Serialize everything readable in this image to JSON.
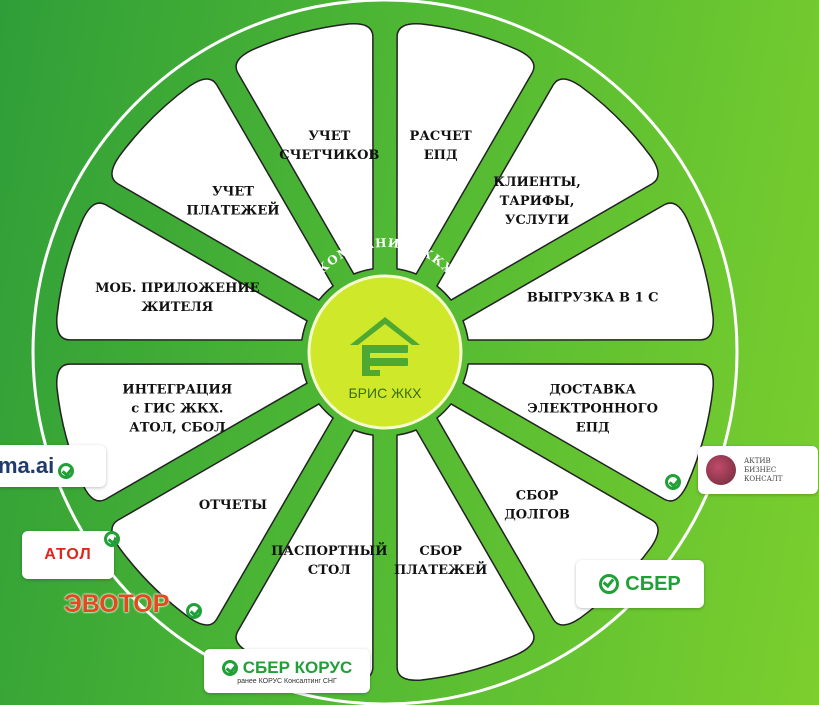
{
  "colors": {
    "background_left": "#2f9e38",
    "background_right": "#7ccf2d",
    "center": "#cfe829",
    "segment": "#ffffff",
    "text": "#111111",
    "sber_green": "#21a038"
  },
  "company_arc": "КОМПАНИЯ ЖКХ",
  "center": {
    "label": "БРИС ЖКХ",
    "icon": "house-logo-icon"
  },
  "segments": [
    {
      "lines": [
        "РАСЧЕТ",
        "ЕПД"
      ]
    },
    {
      "lines": [
        "КЛИЕНТЫ,",
        "ТАРИФЫ,",
        "УСЛУГИ"
      ]
    },
    {
      "lines": [
        "ВЫГРУЗКА В 1 С"
      ]
    },
    {
      "lines": [
        "ДОСТАВКА",
        "ЭЛЕКТРОННОГО",
        "ЕПД"
      ]
    },
    {
      "lines": [
        "СБОР",
        "ДОЛГОВ"
      ]
    },
    {
      "lines": [
        "СБОР",
        "ПЛАТЕЖЕЙ"
      ]
    },
    {
      "lines": [
        "ПАСПОРТНЫЙ",
        "СТОЛ"
      ]
    },
    {
      "lines": [
        "ОТЧЕТЫ"
      ]
    },
    {
      "lines": [
        "ИНТЕГРАЦИЯ",
        "с ГИС ЖКХ.",
        "АТОЛ,      СБОЛ"
      ]
    },
    {
      "lines": [
        "МОБ. ПРИЛОЖЕНИЕ",
        "ЖИТЕЛЯ"
      ]
    },
    {
      "lines": [
        "УЧЕТ",
        "ПЛАТЕЖЕЙ"
      ]
    },
    {
      "lines": [
        "УЧЕТ",
        "СЧЕТЧИКОВ"
      ]
    }
  ],
  "partners": {
    "ma_ai": "ma.ai",
    "atol": "АТОЛ",
    "evotor": "ЭВОТОР",
    "sber_korus": "СБЕР КОРУС",
    "sber_korus_sub": "ранее КОРУС Консалтинг СНГ",
    "sber": "СБЕР",
    "aktiv_lines": [
      "АКТИВ",
      "БИЗНЕС",
      "КОНСАЛТ"
    ]
  }
}
